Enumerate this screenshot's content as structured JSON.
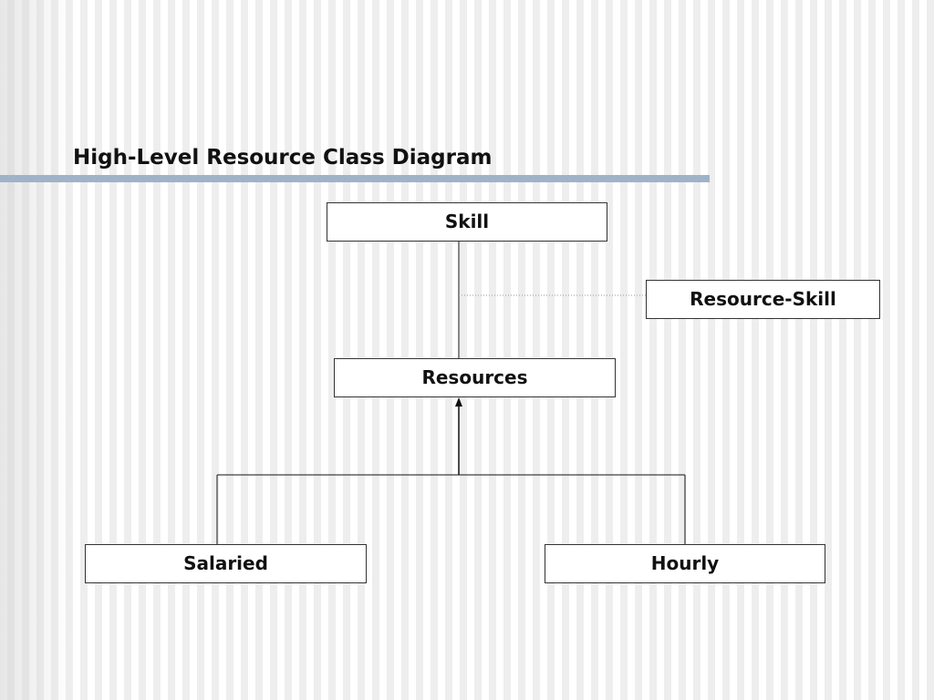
{
  "slide": {
    "title": "High-Level Resource Class Diagram"
  },
  "diagram": {
    "classes": {
      "skill": "Skill",
      "resource_skill": "Resource-Skill",
      "resources": "Resources",
      "salaried": "Salaried",
      "hourly": "Hourly"
    },
    "colors": {
      "title_rule": "#9fb3c8",
      "box_border": "#333333",
      "box_fill": "#ffffff",
      "line": "#111111",
      "dotted_line": "#9a9a9a"
    }
  }
}
